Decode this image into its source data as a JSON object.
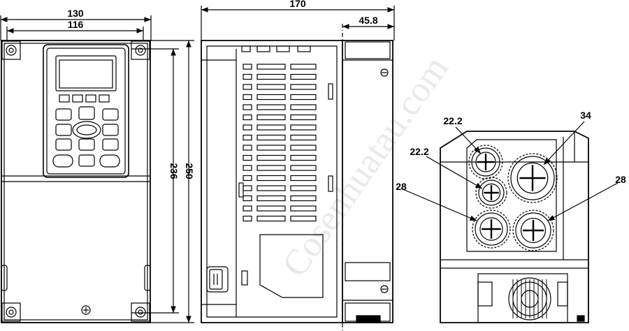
{
  "dimensions": {
    "front_width_outer": "130",
    "front_width_inner": "116",
    "front_height_inner": "236",
    "front_height_outer": "250",
    "side_depth": "170",
    "side_offset": "45.8"
  },
  "cable_glands": {
    "top_left": "22.2",
    "mid_left": "22.2",
    "bottom_left": "28",
    "top_right": "34",
    "bottom_right": "28"
  },
  "watermark": "Cosenhuatau.com"
}
